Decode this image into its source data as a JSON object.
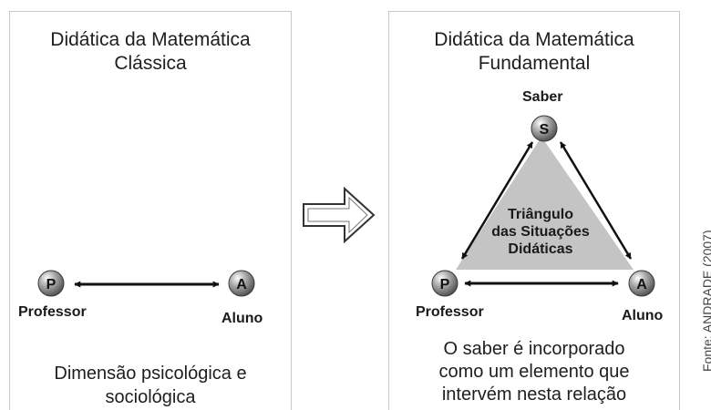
{
  "left": {
    "title_line1": "Didática da Matemática",
    "title_line2": "Clássica",
    "nodes": {
      "professor": {
        "letter": "P",
        "label": "Professor"
      },
      "aluno": {
        "letter": "A",
        "label": "Aluno"
      }
    },
    "caption_line1": "Dimensão psicológica e",
    "caption_line2": "sociológica"
  },
  "right": {
    "title_line1": "Didática da Matemática",
    "title_line2": "Fundamental",
    "nodes": {
      "saber": {
        "letter": "S",
        "label": "Saber"
      },
      "professor": {
        "letter": "P",
        "label": "Professor"
      },
      "aluno": {
        "letter": "A",
        "label": "Aluno"
      }
    },
    "triangle_label_line1": "Triângulo",
    "triangle_label_line2": "das Situações",
    "triangle_label_line3": "Didáticas",
    "caption_line1": "O saber é incorporado",
    "caption_line2": "como um elemento que",
    "caption_line3": "intervém nesta relação"
  },
  "source": "Fonte: ANDRADE (2007)",
  "colors": {
    "triangle_fill": "#c4c4c4",
    "node_sphere": "#8a8a8a",
    "arrow": "#111111",
    "panel_border": "#c8c8c8"
  }
}
